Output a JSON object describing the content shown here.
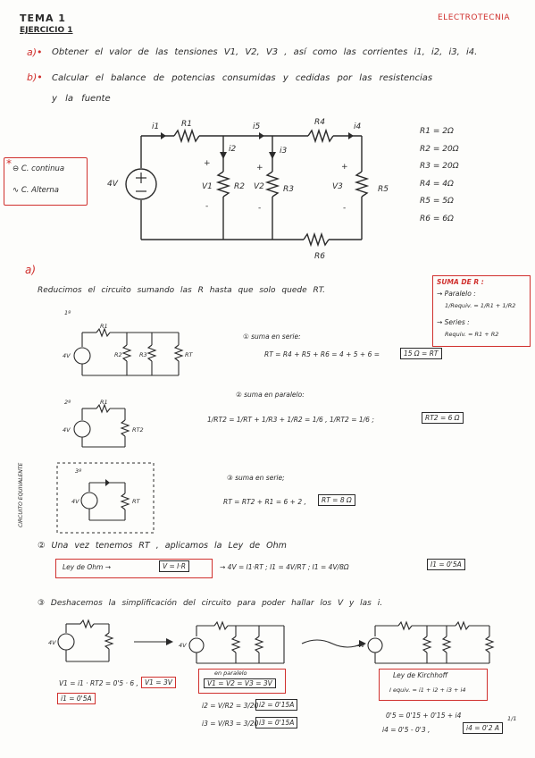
{
  "header": {
    "tema": "TEMA 1",
    "ejercicio": "EJERCICIO 1",
    "subject": "ELECTROTECNIA"
  },
  "questions": {
    "a_marker": "a)•",
    "a_text": "Obtener el valor de las tensiones V1, V2, V3 , así como las corrientes i1, i2, i3, i4.",
    "b_marker": "b)•",
    "b_text": "Calcular el balance de potencias consumidas y cedidas por las resistencias",
    "b_text2": "y la fuente"
  },
  "legend": {
    "star": "*",
    "dc": "C. continua",
    "ac": "C. Alterna"
  },
  "circuit": {
    "source": "4V",
    "i1": "i1",
    "i5": "i5",
    "i3": "i3",
    "i4": "i4",
    "i2": "i2",
    "r1": "R1",
    "r2": "R2",
    "r3": "R3",
    "r4": "R4",
    "r5": "R5",
    "r6": "R6",
    "v1": "V1",
    "v2": "V2",
    "v3": "V3",
    "plus": "+",
    "minus": "-"
  },
  "resistor_values": [
    "R1 = 2Ω",
    "R2 = 20Ω",
    "R3 = 20Ω",
    "R4 = 4Ω",
    "R5 = 5Ω",
    "R6 = 6Ω"
  ],
  "section_a": {
    "label": "a)",
    "step1": "Reducimos el circuito sumando las R hasta que solo quede RT.",
    "note_title": "SUMA DE R :",
    "note_parallel": "→ Paralelo :",
    "note_parallel_formula": "1/Requiv. = 1/R1 + 1/R2",
    "note_series": "→ Series :",
    "note_series_formula": "Requiv. = R1 + R2",
    "fig1_label": "1º",
    "fig2_label": "2º",
    "fig3_label": "3º",
    "fig3_side": "CIRCUITO EQUIVALENTE",
    "fig_source": "4V",
    "fig_r1": "R1",
    "fig_r2": "R2",
    "fig_r3": "R3",
    "fig_rt": "RT",
    "fig_rt2": "RT2",
    "s1_title": "① suma en serie:",
    "s1_formula": "RT = R4 + R5 + R6 = 4 + 5 + 6 =",
    "s1_result": "15 Ω = RT",
    "s2_title": "② suma en paralelo:",
    "s2_formula": "1/RT2 = 1/RT + 1/R3 + 1/R2 = 1/6 ,  1/RT2 = 1/6 ;",
    "s2_result": "RT2 = 6 Ω",
    "s3_title": "③ suma en serie;",
    "s3_formula": "RT = RT2 + R1 = 6 + 2 ,",
    "s3_result": "RT = 8 Ω",
    "step2": "② Una vez tenemos RT , aplicamos la Ley de Ohm",
    "ohm_box": "Ley de Ohm →",
    "ohm_formula": "V = I·R",
    "ohm_calc": "→ 4V = I1·RT ; I1 = 4V/RT ; I1 = 4V/8Ω",
    "ohm_result": "I1 = 0'5A",
    "step3": "③ Deshacemos la simplificación del circuito para poder hallar los V y las i.",
    "calc_v1": "V1 = i1 · RT2 = 0'5 · 6 ,",
    "calc_v1_result": "V1 = 3V",
    "calc_i1": "i1 = 0'5A",
    "paralelo_title": "en paralelo",
    "paralelo_formula": "V1 = V2 = V3 = 3V",
    "calc_i2": "i2 = V/R2 = 3/20",
    "calc_i2_result": "i2 = 0'15A",
    "calc_i3": "i3 = V/R3 = 3/20",
    "calc_i3_result": "i3 = 0'15A",
    "kirchhoff_title": "Ley de Kirchhoff",
    "kirchhoff_formula": "I equiv. = i1 + i2 + i3 + i4",
    "calc_final1": "0'5 = 0'15 + 0'15 + i4",
    "calc_final2": "i4 = 0'5 - 0'3 ,",
    "calc_final_result": "i4 = 0'2 A",
    "page_mark": "1/1"
  }
}
